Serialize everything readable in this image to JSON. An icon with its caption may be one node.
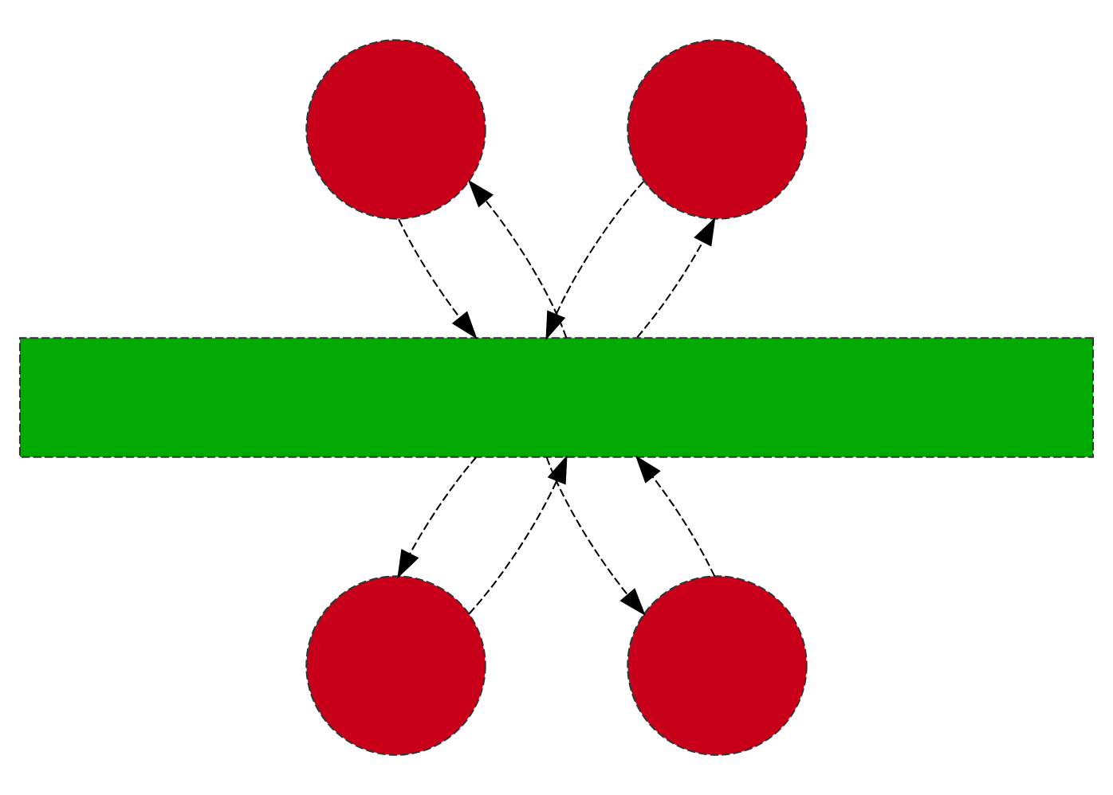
{
  "diagram": {
    "nodes": [
      {
        "text": [],
        "shape": "circle"
      },
      {
        "text": [],
        "shape": "circle"
      },
      {
        "text": [],
        "shape": "bar"
      },
      {
        "text": [],
        "shape": "circle"
      },
      {
        "text": [],
        "shape": "circle"
      }
    ],
    "edges": [
      {
        "from": 0,
        "to": 2,
        "arrow": "to",
        "style": "dashed"
      },
      {
        "from": 2,
        "to": 0,
        "arrow": "to",
        "style": "dashed"
      },
      {
        "from": 1,
        "to": 2,
        "arrow": "to",
        "style": "dashed"
      },
      {
        "from": 2,
        "to": 1,
        "arrow": "to",
        "style": "dashed"
      },
      {
        "from": 2,
        "to": 3,
        "arrow": "to",
        "style": "dashed"
      },
      {
        "from": 3,
        "to": 2,
        "arrow": "to",
        "style": "dashed"
      },
      {
        "from": 2,
        "to": 4,
        "arrow": "to",
        "style": "dashed"
      },
      {
        "from": 4,
        "to": 2,
        "arrow": "to",
        "style": "dashed"
      }
    ]
  }
}
